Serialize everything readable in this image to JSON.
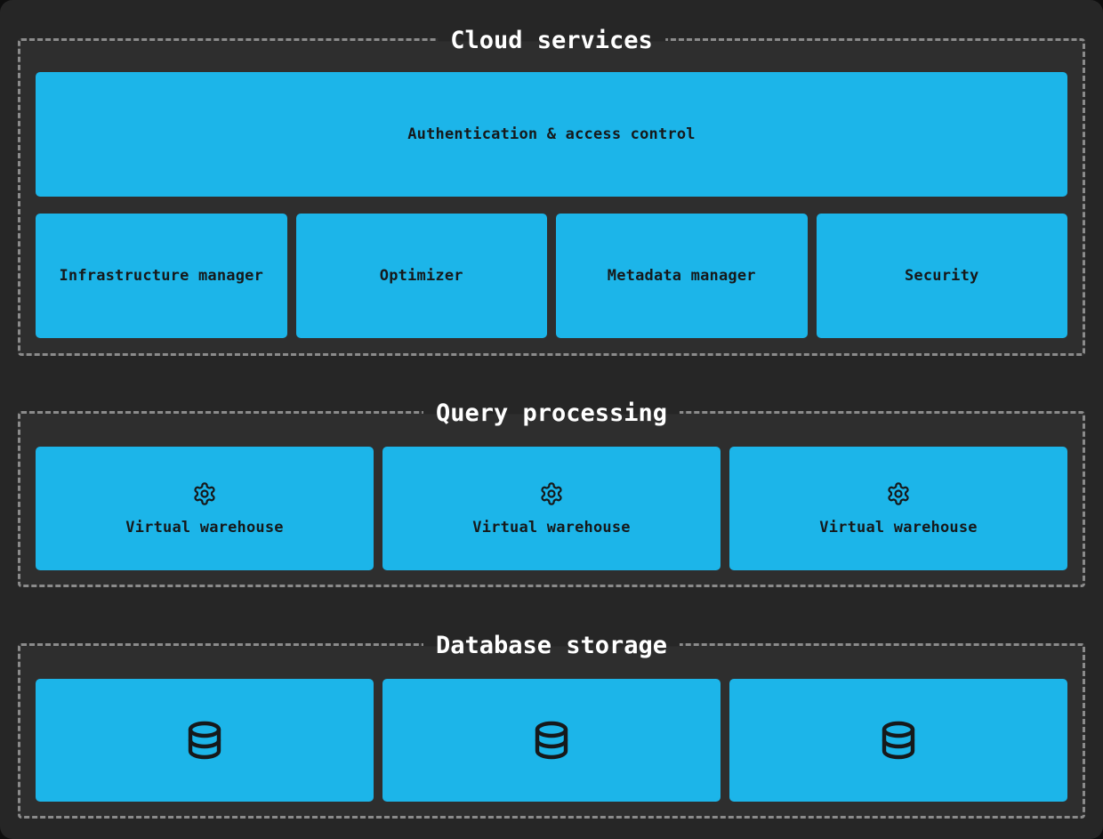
{
  "colors": {
    "page-bg": "#262626",
    "panel-bg": "#2e2e2e",
    "dash-border": "#8b8b8b",
    "accent": "#1cb5e9",
    "box-text": "#16191b",
    "title-text": "#ffffff"
  },
  "sections": {
    "cloud": {
      "title": "Cloud services",
      "auth_label": "Authentication & access control",
      "boxes": [
        {
          "label": "Infrastructure manager"
        },
        {
          "label": "Optimizer"
        },
        {
          "label": "Metadata manager"
        },
        {
          "label": "Security"
        }
      ]
    },
    "query": {
      "title": "Query processing",
      "warehouses": [
        {
          "label": "Virtual warehouse",
          "icon": "gear-icon"
        },
        {
          "label": "Virtual warehouse",
          "icon": "gear-icon"
        },
        {
          "label": "Virtual warehouse",
          "icon": "gear-icon"
        }
      ]
    },
    "storage": {
      "title": "Database storage",
      "databases": [
        {
          "icon": "database-icon"
        },
        {
          "icon": "database-icon"
        },
        {
          "icon": "database-icon"
        }
      ]
    }
  }
}
